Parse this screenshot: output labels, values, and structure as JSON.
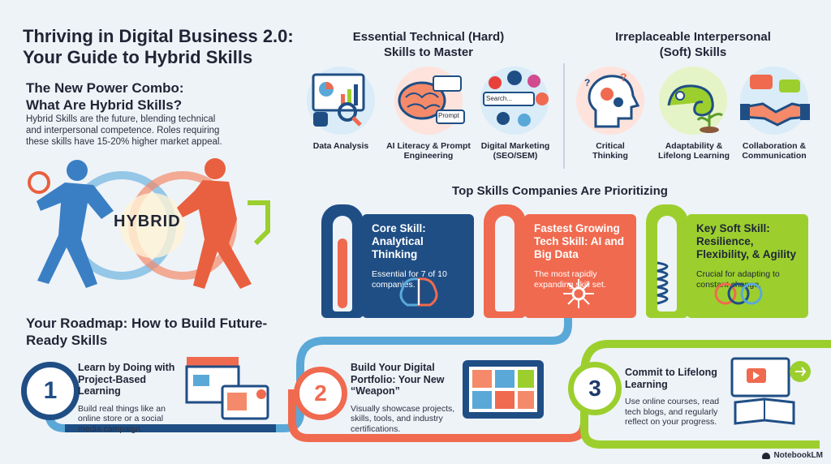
{
  "header": {
    "title": "Thriving in Digital Business 2.0: Your Guide to Hybrid Skills"
  },
  "intro": {
    "heading": "The New Power Combo: What Are Hybrid Skills?",
    "body": "Hybrid Skills are the future, blending technical and interpersonal competence. Roles requiring these skills have 15-20% higher market appeal.",
    "figure_label": "HYBRID"
  },
  "hard_skills": {
    "heading": "Essential Technical (Hard) Skills to Master",
    "items": [
      {
        "label": "Data Analysis",
        "icon": "data-analysis-icon"
      },
      {
        "label": "AI Literacy & Prompt Engineering",
        "icon": "ai-brain-icon",
        "tag": "Prompt"
      },
      {
        "label": "Digital Marketing (SEO/SEM)",
        "icon": "social-search-icon",
        "tag": "Search..."
      }
    ]
  },
  "soft_skills": {
    "heading": "Irreplaceable Interpersonal (Soft) Skills",
    "items": [
      {
        "label": "Critical Thinking",
        "icon": "head-gears-icon"
      },
      {
        "label": "Adaptability & Lifelong Learning",
        "icon": "chameleon-icon"
      },
      {
        "label": "Collaboration & Communication",
        "icon": "handshake-icon"
      }
    ]
  },
  "top_skills": {
    "heading": "Top Skills Companies Are Prioritizing",
    "cards": [
      {
        "title": "Core Skill: Analytical Thinking",
        "body": "Essential for 7 of 10 companies.",
        "color": "#1f4e85",
        "icon": "brain-chip-icon",
        "level": 0.7
      },
      {
        "title": "Fastest Growing Tech Skill: AI and Big Data",
        "body": "The most rapidly expanding skill set.",
        "color": "#f06a4f",
        "icon": "network-node-icon"
      },
      {
        "title": "Key Soft Skill: Resilience, Flexibility, & Agility",
        "body": "Crucial for adapting to constant change.",
        "color": "#9ccf2e",
        "icon": "spring-coil-icon"
      }
    ]
  },
  "roadmap": {
    "heading": "Your Roadmap: How to Build Future-Ready Skills",
    "steps": [
      {
        "number": "1",
        "title": "Learn by Doing with Project-Based Learning",
        "body": "Build real things like an online store or a social media campaign.",
        "icon": "storefront-icon"
      },
      {
        "number": "2",
        "title": "Build Your Digital Portfolio: Your New “Weapon”",
        "body": "Visually showcase projects, skills, tools, and industry certifications.",
        "icon": "portfolio-tablet-icon"
      },
      {
        "number": "3",
        "title": "Commit to Lifelong Learning",
        "body": "Use online courses, read tech blogs, and regularly reflect on your progress.",
        "icon": "video-book-icon"
      }
    ]
  },
  "footer": {
    "brand": "NotebookLM"
  },
  "colors": {
    "navy": "#1f4e85",
    "coral": "#f06a4f",
    "lime": "#9ccf2e",
    "sky": "#5aa8d8",
    "background": "#eef3f8"
  }
}
